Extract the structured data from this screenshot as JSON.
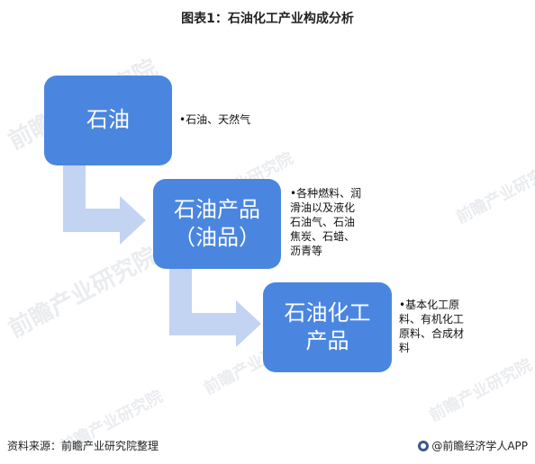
{
  "title": "图表1：石油化工产业构成分析",
  "nodes": [
    {
      "label_lines": [
        "石油"
      ]
    },
    {
      "label_lines": [
        "石油产品",
        "（油品）"
      ]
    },
    {
      "label_lines": [
        "石油化工",
        "产品"
      ]
    }
  ],
  "notes": [
    [
      "•石油、天然气"
    ],
    [
      "•各种燃料、润",
      "滑油以及液化",
      "石油气、石油",
      "焦炭、石蜡、",
      "沥青等"
    ],
    [
      "•基本化工原",
      "料、有机化工",
      "原料、合成材",
      "料"
    ]
  ],
  "footer": {
    "source": "资料来源：前瞻产业研究院整理",
    "brand": "@前瞻经济学人APP"
  },
  "watermark": {
    "text": "前瞻产业研究院"
  },
  "colors": {
    "box": "#4a86e0",
    "arrow": "#c3d3f2",
    "text": "#222222"
  }
}
